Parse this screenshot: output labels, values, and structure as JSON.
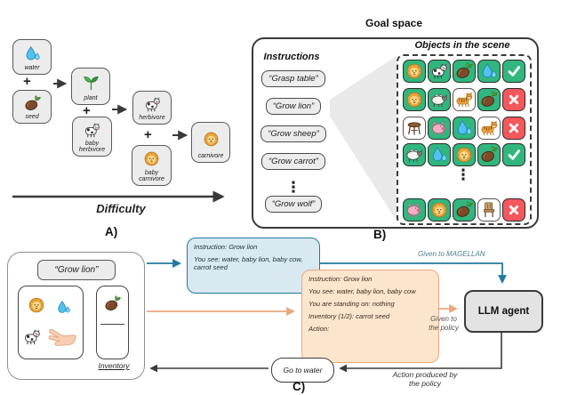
{
  "glyphs": {
    "plus": "+",
    "vdots": "⋮"
  },
  "colors": {
    "tile_green": "#31b77e",
    "tile_red": "#f4575c",
    "blue_accent": "#2379a0",
    "blue_fill": "#d9e9f1",
    "orange_accent": "#eba77d",
    "orange_fill": "#fce5cd",
    "crate_gray": "#ececec",
    "dark": "#3a3a3a"
  },
  "section_a": {
    "label": "A)",
    "crates": [
      {
        "label": "water",
        "icon": "water"
      },
      {
        "label": "seed",
        "icon": "seed"
      },
      {
        "label": "plant",
        "icon": "plant"
      },
      {
        "label": "baby herbivore",
        "icon": "cow"
      },
      {
        "label": "herbivore",
        "icon": "cow"
      },
      {
        "label": "baby carnivore",
        "icon": "lion"
      },
      {
        "label": "carnivore",
        "icon": "lion"
      }
    ],
    "difficulty_label": "Difficulty"
  },
  "goal_space": {
    "label": "B)",
    "title": "Goal space",
    "instructions_title": "Instructions",
    "instructions": [
      "“Grasp table”",
      "“Grow lion”",
      "“Grow sheep”",
      "“Grow carrot”",
      "“Grow wolf”"
    ],
    "objects_title": "Objects in the scene",
    "grid": {
      "rows": [
        {
          "objects": [
            {
              "icon": "lion",
              "bg": "green"
            },
            {
              "icon": "cow",
              "bg": "green"
            },
            {
              "icon": "seed",
              "bg": "green"
            },
            {
              "icon": "water",
              "bg": "green"
            }
          ],
          "result": "check"
        },
        {
          "objects": [
            {
              "icon": "lion",
              "bg": "green"
            },
            {
              "icon": "sheep",
              "bg": "green"
            },
            {
              "icon": "tiger",
              "bg": "white"
            },
            {
              "icon": "seed",
              "bg": "green"
            }
          ],
          "result": "cross"
        },
        {
          "objects": [
            {
              "icon": "table",
              "bg": "white"
            },
            {
              "icon": "pig",
              "bg": "green"
            },
            {
              "icon": "water",
              "bg": "green"
            },
            {
              "icon": "tiger",
              "bg": "white"
            }
          ],
          "result": "cross"
        },
        {
          "objects": [
            {
              "icon": "sheep",
              "bg": "green"
            },
            {
              "icon": "water",
              "bg": "green"
            },
            {
              "icon": "lion",
              "bg": "green"
            },
            {
              "icon": "seed",
              "bg": "green"
            }
          ],
          "result": "check"
        },
        {
          "objects": [
            {
              "icon": "pig",
              "bg": "green"
            },
            {
              "icon": "lion",
              "bg": "green"
            },
            {
              "icon": "seed",
              "bg": "green"
            },
            {
              "icon": "chair",
              "bg": "white"
            }
          ],
          "result": "cross"
        }
      ]
    }
  },
  "pipeline": {
    "label": "C)",
    "env": {
      "goal_label": "“Grow lion”",
      "inventory_label": "Inventory"
    },
    "magellan_obs": {
      "lines": [
        "Instruction: Grow lion",
        "You see: water, baby lion, baby cow, carrot seed"
      ]
    },
    "policy_obs": {
      "lines": [
        "Instruction: Grow lion",
        "You see: water, baby lion, baby cow",
        "You are standing on: nothing",
        "Inventory (1/2): carrot seed",
        "Action:"
      ]
    },
    "llm_agent_label": "LLM agent",
    "action_label": "Go to water",
    "arrow_labels": {
      "magellan": "Given to MAGELLAN",
      "policy": [
        "Given to",
        "the policy"
      ],
      "action": [
        "Action produced by",
        "the policy"
      ]
    }
  }
}
